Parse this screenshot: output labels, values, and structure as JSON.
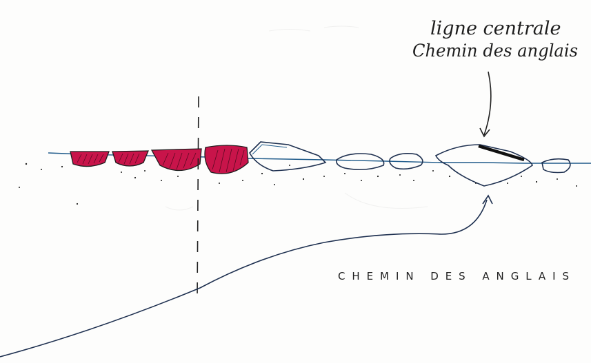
{
  "sketch": {
    "annotation_line1": "ligne centrale",
    "annotation_line2": "Chemin des anglais",
    "path_label": "CHEMIN DES ANGLAIS"
  },
  "colors": {
    "ink": "#1e1e1e",
    "blue_ink": "#1e5a8a",
    "magenta": "#c8144a",
    "paper": "#fdfdfc"
  }
}
